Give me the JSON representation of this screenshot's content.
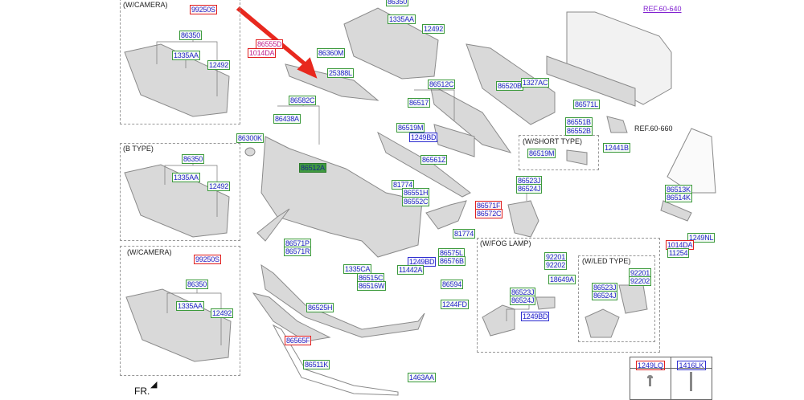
{
  "groups": {
    "camera_top": "(W/CAMERA)",
    "b_type": "(B TYPE)",
    "camera_bottom": "(W/CAMERA)",
    "short_type": "(W/SHORT TYPE)",
    "fog_lamp": "(W/FOG LAMP)",
    "led_type": "(W/LED TYPE)"
  },
  "references": {
    "ref_640": "REF.60-640",
    "ref_660": "REF.60-660"
  },
  "front_indicator": "FR.",
  "fastener_table": [
    "1249LQ",
    "1416LK"
  ],
  "colors": {
    "label_text": "#2323c8",
    "label_border": "#3c9a3c",
    "highlight": "#e02020",
    "arrow": "#e8281e"
  },
  "labels": [
    {
      "code": "99250S",
      "style": "red"
    },
    {
      "code": "86350",
      "style": "green"
    },
    {
      "code": "1335AA",
      "style": "green"
    },
    {
      "code": "12492",
      "style": "green"
    },
    {
      "code": "86555D",
      "style": "magenta"
    },
    {
      "code": "1014DA",
      "style": "magenta"
    },
    {
      "code": "86360M",
      "style": "green"
    },
    {
      "code": "25388L",
      "style": "green"
    },
    {
      "code": "86582C",
      "style": "green"
    },
    {
      "code": "86438A",
      "style": "green"
    },
    {
      "code": "86300K",
      "style": "green"
    },
    {
      "code": "86512A",
      "style": "filled"
    },
    {
      "code": "86350",
      "style": "green"
    },
    {
      "code": "1335AA",
      "style": "green"
    },
    {
      "code": "12492",
      "style": "green"
    },
    {
      "code": "99250S",
      "style": "red"
    },
    {
      "code": "86350",
      "style": "green"
    },
    {
      "code": "1335AA",
      "style": "green"
    },
    {
      "code": "12492",
      "style": "green"
    },
    {
      "code": "86350",
      "style": "green"
    },
    {
      "code": "1335AA",
      "style": "green"
    },
    {
      "code": "12492",
      "style": "green"
    },
    {
      "code": "86512C",
      "style": "green"
    },
    {
      "code": "86517",
      "style": "green"
    },
    {
      "code": "86519M",
      "style": "green"
    },
    {
      "code": "1249BD",
      "style": "blue"
    },
    {
      "code": "86561Z",
      "style": "green"
    },
    {
      "code": "86520B",
      "style": "green"
    },
    {
      "code": "1327AC",
      "style": "green"
    },
    {
      "code": "86571L",
      "style": "green"
    },
    {
      "code": "86551B",
      "style": "green"
    },
    {
      "code": "86552B",
      "style": "green"
    },
    {
      "code": "12441B",
      "style": "green"
    },
    {
      "code": "86519M",
      "style": "green"
    },
    {
      "code": "81774",
      "style": "green"
    },
    {
      "code": "86551H",
      "style": "green"
    },
    {
      "code": "86552C",
      "style": "green"
    },
    {
      "code": "86571F",
      "style": "red"
    },
    {
      "code": "86572C",
      "style": "red"
    },
    {
      "code": "86523J",
      "style": "green"
    },
    {
      "code": "86524J",
      "style": "green"
    },
    {
      "code": "81774",
      "style": "green"
    },
    {
      "code": "86575L",
      "style": "green"
    },
    {
      "code": "86576B",
      "style": "green"
    },
    {
      "code": "86513K",
      "style": "green"
    },
    {
      "code": "86514K",
      "style": "green"
    },
    {
      "code": "1249NL",
      "style": "green"
    },
    {
      "code": "1014DA",
      "style": "red"
    },
    {
      "code": "11254",
      "style": "green"
    },
    {
      "code": "86571P",
      "style": "green"
    },
    {
      "code": "86571R",
      "style": "green"
    },
    {
      "code": "1249BD",
      "style": "blue"
    },
    {
      "code": "1335CA",
      "style": "green"
    },
    {
      "code": "11442A",
      "style": "green"
    },
    {
      "code": "86515C",
      "style": "green"
    },
    {
      "code": "86516W",
      "style": "green"
    },
    {
      "code": "86594",
      "style": "green"
    },
    {
      "code": "1244FD",
      "style": "green"
    },
    {
      "code": "86525H",
      "style": "green"
    },
    {
      "code": "86565F",
      "style": "red"
    },
    {
      "code": "86511K",
      "style": "green"
    },
    {
      "code": "1463AA",
      "style": "green"
    },
    {
      "code": "92201",
      "style": "green"
    },
    {
      "code": "92202",
      "style": "green"
    },
    {
      "code": "18649A",
      "style": "green"
    },
    {
      "code": "86523J",
      "style": "green"
    },
    {
      "code": "86524J",
      "style": "green"
    },
    {
      "code": "1249BD",
      "style": "blue"
    },
    {
      "code": "92201",
      "style": "green"
    },
    {
      "code": "92202",
      "style": "green"
    },
    {
      "code": "86523J",
      "style": "green"
    },
    {
      "code": "86524J",
      "style": "green"
    }
  ]
}
